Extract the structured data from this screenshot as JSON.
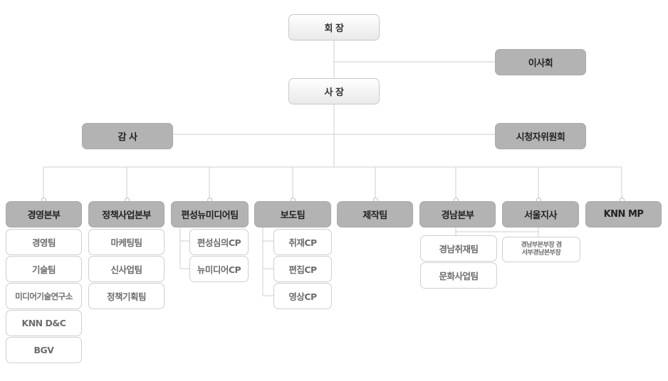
{
  "top": {
    "chairman": "회 장",
    "board": "이사회",
    "president": "사 장",
    "auditor": "감 사",
    "viewers_committee": "시청자위원회"
  },
  "departments": [
    {
      "label": "경영본부",
      "teams": [
        "경영팀",
        "기술팀",
        "미디어기술연구소",
        "KNN D&C",
        "BGV"
      ]
    },
    {
      "label": "정책사업본부",
      "teams": [
        "마케팅팀",
        "신사업팀",
        "정책기획팀"
      ]
    },
    {
      "label": "편성뉴미디어팀",
      "teams": [
        "편성심의CP",
        "뉴미디어CP"
      ]
    },
    {
      "label": "보도팀",
      "teams": [
        "취재CP",
        "편집CP",
        "영상CP"
      ]
    },
    {
      "label": "제작팀",
      "teams": []
    },
    {
      "label": "경남본부",
      "teams": [
        "경남취재팀",
        "문화사업팀"
      ]
    },
    {
      "label": "서울지사",
      "teams": [
        "경남부본부장 겸\n서부경남본부장"
      ]
    },
    {
      "label": "KNN MP",
      "teams": []
    }
  ]
}
